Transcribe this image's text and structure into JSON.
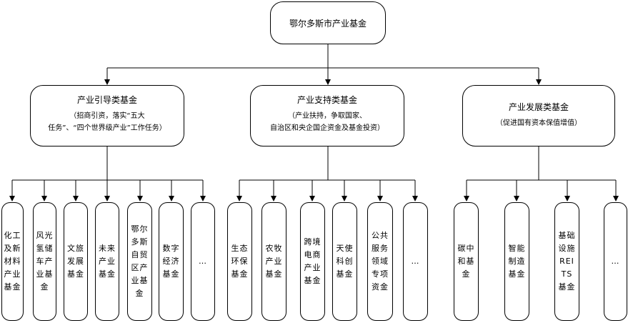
{
  "root": {
    "label": "鄂尔多斯市产业基金"
  },
  "categories": [
    {
      "title": "产业引导类基金",
      "desc": "（招商引资，落实“五大\n任务”、“四个世界级产业”工作任务）"
    },
    {
      "title": "产业支持类基金",
      "desc": "（产业扶持，争取国家、\n自治区和央企国企资金及基金投资）"
    },
    {
      "title": "产业发展类基金",
      "desc": "（促进国有资本保值增值）"
    }
  ],
  "leaves": [
    "化工\n及新\n材料\n产业\n基金",
    "风光\n氢储\n车产\n业基\n金",
    "文旅\n发展\n基金",
    "未来\n产业\n基金",
    "鄂尔\n多斯\n自贸\n区产\n业基\n金",
    "数字\n经济\n基金",
    "…",
    "生态\n环保\n基金",
    "农牧\n产业\n基金",
    "跨境\n电商\n产业\n基金",
    "天使\n科创\n基金",
    "公共\n服务\n领域\n专项\n资金",
    "…",
    "碳中\n和基\n金",
    "智能\n制造\n基金",
    "基础\n设施\nREI\nTS\n基金",
    "…"
  ]
}
